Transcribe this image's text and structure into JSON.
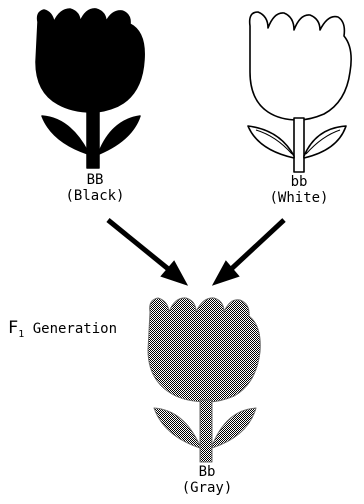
{
  "parents": [
    {
      "genotype": "BB",
      "phenotype": "(Black)",
      "color": "#000000"
    },
    {
      "genotype": "bb",
      "phenotype": "(White)",
      "color": "#ffffff"
    }
  ],
  "offspring": {
    "genotype": "Bb",
    "phenotype": "(Gray)",
    "color": "#8c8c8c"
  },
  "generation_label": {
    "letter": "F",
    "subscript": "1",
    "text": "Generation"
  }
}
